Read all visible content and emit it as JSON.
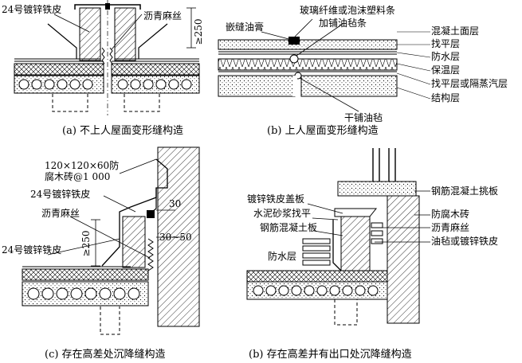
{
  "panel_a": {
    "caption": "(a) 不上人屋面变形缝构造",
    "labels": {
      "galvanized_iron": "24号镀锌铁皮",
      "asphalt_hemp": "沥青麻丝",
      "dim_250": "≥250"
    }
  },
  "panel_b1": {
    "caption": "(b) 上人屋面变形缝构造",
    "labels": {
      "joint_sealant": "嵌缝油膏",
      "fiber_strip": "玻璃纤维或泡沫塑料条",
      "felt_strip": "加铺油毡条",
      "concrete_surface": "混凝土面层",
      "leveling": "找平层",
      "waterproof": "防水层",
      "insulation": "保温层",
      "leveling_vapor": "找平层或隔蒸汽层",
      "structure": "结构层",
      "dry_felt": "干铺油毡"
    }
  },
  "panel_c": {
    "caption": "(c) 存在高差处沉降缝构造",
    "labels": {
      "brick_line1": "120×120×60防",
      "brick_line2": "腐木砖@1 000",
      "galvanized_iron_1": "24号镀锌铁皮",
      "asphalt_hemp": "沥青麻丝",
      "galvanized_iron_2": "24号镀锌铁皮",
      "dim_250": "≥250",
      "dim_30": "30",
      "dim_30_50": "30~50"
    }
  },
  "panel_b2": {
    "caption": "(b) 存在高差并有出口处沉降缝构造",
    "labels": {
      "cover_plate": "镀锌铁皮盖板",
      "mortar": "水泥砂浆找平",
      "rc_slab": "钢筋混凝土板",
      "waterproof": "防水层",
      "rc_canopy": "钢筋混凝土挑板",
      "wood_brick": "防腐木砖",
      "asphalt_hemp": "沥青麻丝",
      "felt_or_iron": "油毡或镀锌铁皮"
    }
  }
}
